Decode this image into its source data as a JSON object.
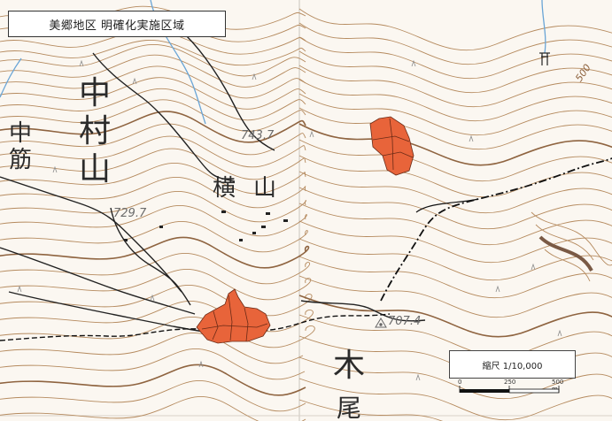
{
  "map_title": "美郷地区 明確化実施区域",
  "scale": {
    "label": "縮尺 1/10,000",
    "ticks": [
      "0",
      "250",
      "500 m"
    ]
  },
  "place_labels": {
    "nakamurayama_1": "中",
    "nakamurayama_2": "村",
    "nakamurayama_3": "山",
    "nakasuji_1": "中",
    "nakasuji_2": "筋",
    "yokoyama_1": "横",
    "yokoyama_2": "山",
    "ki": "木",
    "bottom_partial": "尾"
  },
  "elevations": {
    "peak_a": "743.7",
    "peak_b": "729.7",
    "peak_c": "707.4",
    "contour_500": "500"
  },
  "colors": {
    "background": "#fbf7f1",
    "contour": "#b58a5e",
    "contour_index": "#8f6440",
    "parcel_fill": "#e8643a",
    "parcel_stroke": "#6a2a16",
    "road": "#222222",
    "stream": "#6aa5d6",
    "boundary": "#111111"
  },
  "icons": {
    "shrine": "shrine-icon",
    "bench_mark": "triangulation-point-icon",
    "vegetation": "vegetation-symbol-icon"
  }
}
